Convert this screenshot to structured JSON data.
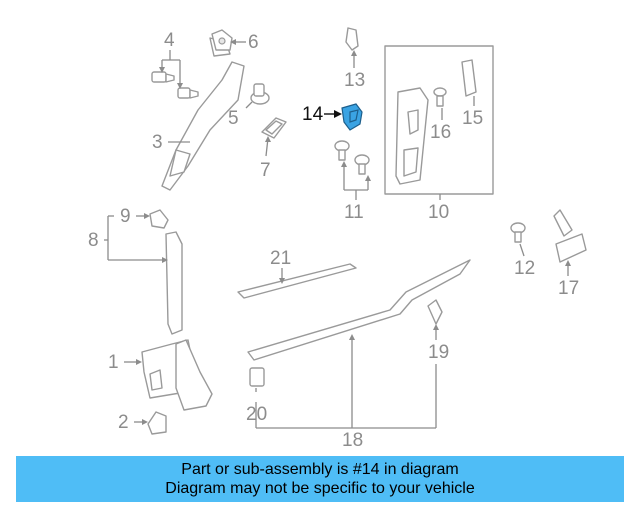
{
  "callouts": [
    "1",
    "2",
    "3",
    "4",
    "5",
    "6",
    "7",
    "8",
    "9",
    "10",
    "11",
    "12",
    "13",
    "14",
    "15",
    "16",
    "17",
    "18",
    "19",
    "20",
    "21"
  ],
  "highlighted_callout": "14",
  "colors": {
    "highlight": "#3aa3e3",
    "banner": "#4fbdf6",
    "line": "#9a9a9a"
  },
  "banner": {
    "line1": "Part or sub-assembly is #14 in diagram",
    "line2": "Diagram may not be specific to your vehicle"
  }
}
